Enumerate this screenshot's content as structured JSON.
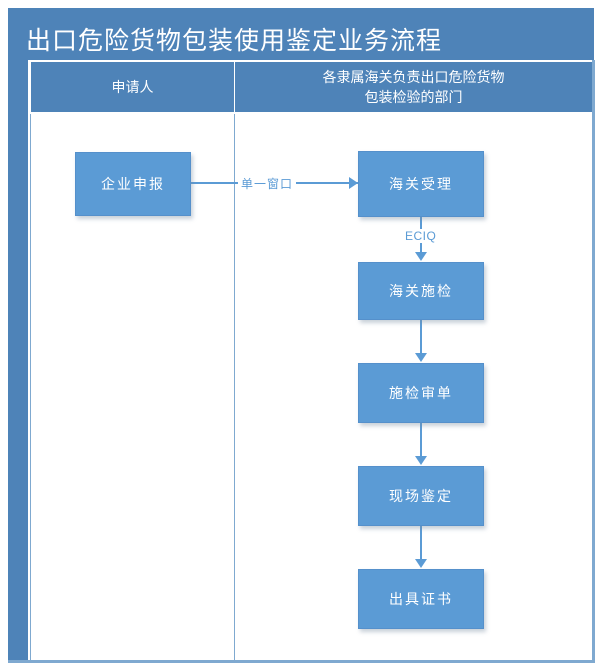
{
  "title": "出口危险货物包装使用鉴定业务流程",
  "theme": {
    "header_blue": "#4E83B8",
    "node_blue": "#5B9BD5",
    "connector_blue": "#5B9BD5",
    "lane_border": "#7FA9D0",
    "background": "#FFFFFF",
    "node_text": "#FFFFFF"
  },
  "lanes": [
    {
      "id": "applicant",
      "label": "申请人"
    },
    {
      "id": "customs",
      "label": "各隶属海关负责出口危险货物\n包装检验的部门",
      "label_line1": "各隶属海关负责出口危险货物",
      "label_line2": "包装检验的部门"
    }
  ],
  "nodes": [
    {
      "id": "n1",
      "lane": "applicant",
      "label": "企业申报"
    },
    {
      "id": "n2",
      "lane": "customs",
      "label": "海关受理"
    },
    {
      "id": "n3",
      "lane": "customs",
      "label": "海关施检"
    },
    {
      "id": "n4",
      "lane": "customs",
      "label": "施检审单"
    },
    {
      "id": "n5",
      "lane": "customs",
      "label": "现场鉴定"
    },
    {
      "id": "n6",
      "lane": "customs",
      "label": "出具证书"
    }
  ],
  "connectors": [
    {
      "id": "c1",
      "from": "n1",
      "to": "n2",
      "label": "单一窗口",
      "direction": "right"
    },
    {
      "id": "c2",
      "from": "n2",
      "to": "n3",
      "label": "ECIQ",
      "direction": "down"
    },
    {
      "id": "c3",
      "from": "n3",
      "to": "n4",
      "label": "",
      "direction": "down"
    },
    {
      "id": "c4",
      "from": "n4",
      "to": "n5",
      "label": "",
      "direction": "down"
    },
    {
      "id": "c5",
      "from": "n5",
      "to": "n6",
      "label": "",
      "direction": "down"
    }
  ]
}
